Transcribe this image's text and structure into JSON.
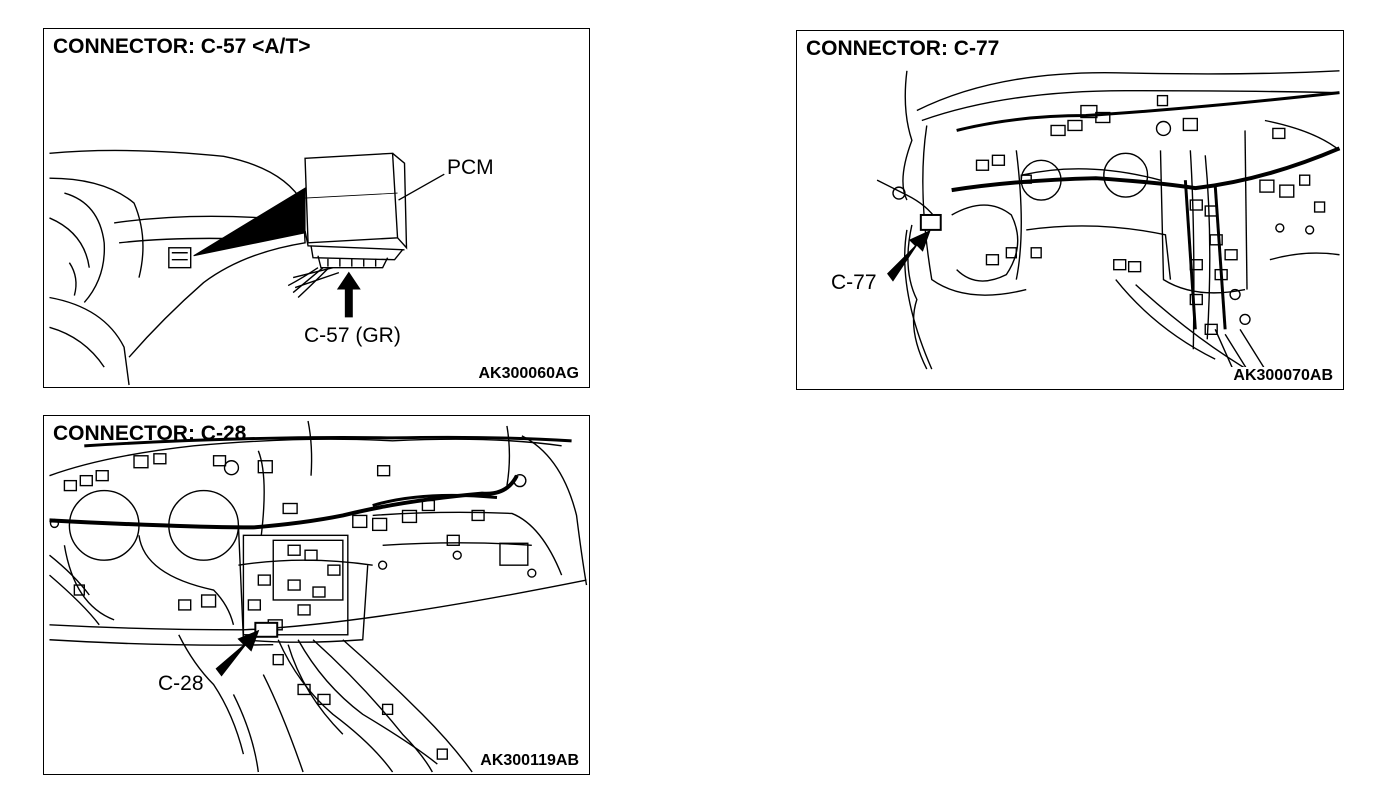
{
  "panels": [
    {
      "title": "CONNECTOR: C-57 <A/T>",
      "callouts": [
        "PCM",
        "C-57 (GR)"
      ],
      "code": "AK300060AG"
    },
    {
      "title": "CONNECTOR: C-77",
      "callouts": [
        "C-77"
      ],
      "code": "AK300070AB"
    },
    {
      "title": "CONNECTOR: C-28",
      "callouts": [
        "C-28"
      ],
      "code": "AK300119AB"
    }
  ]
}
